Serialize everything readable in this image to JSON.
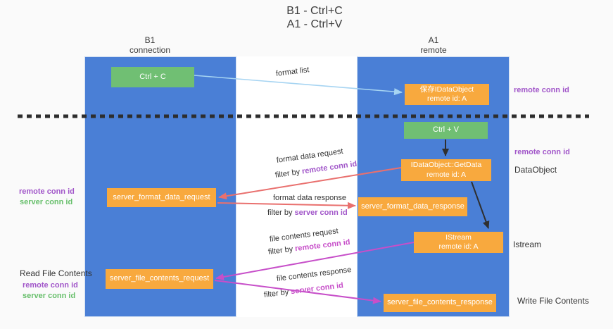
{
  "title": {
    "line1": "B1 - Ctrl+C",
    "line2": "A1 - Ctrl+V"
  },
  "lanes": {
    "left": {
      "header_top": "B1",
      "header_bottom": "connection"
    },
    "right": {
      "header_top": "A1",
      "header_bottom": "remote"
    }
  },
  "nodes": {
    "ctrl_c": {
      "label": "Ctrl + C"
    },
    "ctrl_v": {
      "label": "Ctrl + V"
    },
    "save_idataobject": {
      "line1": "保存IDataObject",
      "line2": "remote id: A"
    },
    "idataobject_getdata": {
      "line1": "IDataObject::GetData",
      "line2": "remote id: A"
    },
    "server_format_data_request": {
      "label": "server_format_data_request"
    },
    "server_format_data_response": {
      "label": "server_format_data_response"
    },
    "istream": {
      "line1": "IStream",
      "line2": "remote id: A"
    },
    "server_file_contents_request": {
      "label": "server_file_contents_request"
    },
    "server_file_contents_response": {
      "label": "server_file_contents_response"
    }
  },
  "arrows": {
    "format_list": {
      "label": "format list"
    },
    "format_data_request": {
      "label": "format data request",
      "filter_prefix": "filter by",
      "filter_key": "remote conn id"
    },
    "format_data_response": {
      "label": "format data response",
      "filter_prefix": "filter by",
      "filter_key": "server conn id"
    },
    "file_contents_request": {
      "label": "file contents request",
      "filter_prefix": "filter by",
      "filter_key": "remote conn id"
    },
    "file_contents_response": {
      "label": "file contents response",
      "filter_prefix": "filter by",
      "filter_key": "server conn id"
    }
  },
  "annotations": {
    "remote_conn_id_top_right": "remote conn id",
    "remote_conn_id_mid_right": "remote conn id",
    "dataobject": "DataObject",
    "istream": "Istream",
    "write_file_contents": "Write File Contents",
    "remote_conn_id_mid_left": "remote conn id",
    "server_conn_id_mid_left": "server conn id",
    "read_file_contents": "Read File Contents",
    "remote_conn_id_bottom_left": "remote conn id",
    "server_conn_id_bottom_left": "server conn id"
  },
  "colors": {
    "lane_blue": "#4a7fd6",
    "node_green": "#70bf73",
    "node_orange": "#f8a93e",
    "arrow_light_blue": "#a6d4f2",
    "arrow_black": "#2f2f2f",
    "arrow_red": "#e9706e",
    "arrow_magenta": "#c74fc9",
    "text_purple": "#a156c9",
    "text_green": "#67bf6b",
    "text_dark": "#333333",
    "page_bg": "#fafafa",
    "divider_black": "#2d2d2d"
  }
}
